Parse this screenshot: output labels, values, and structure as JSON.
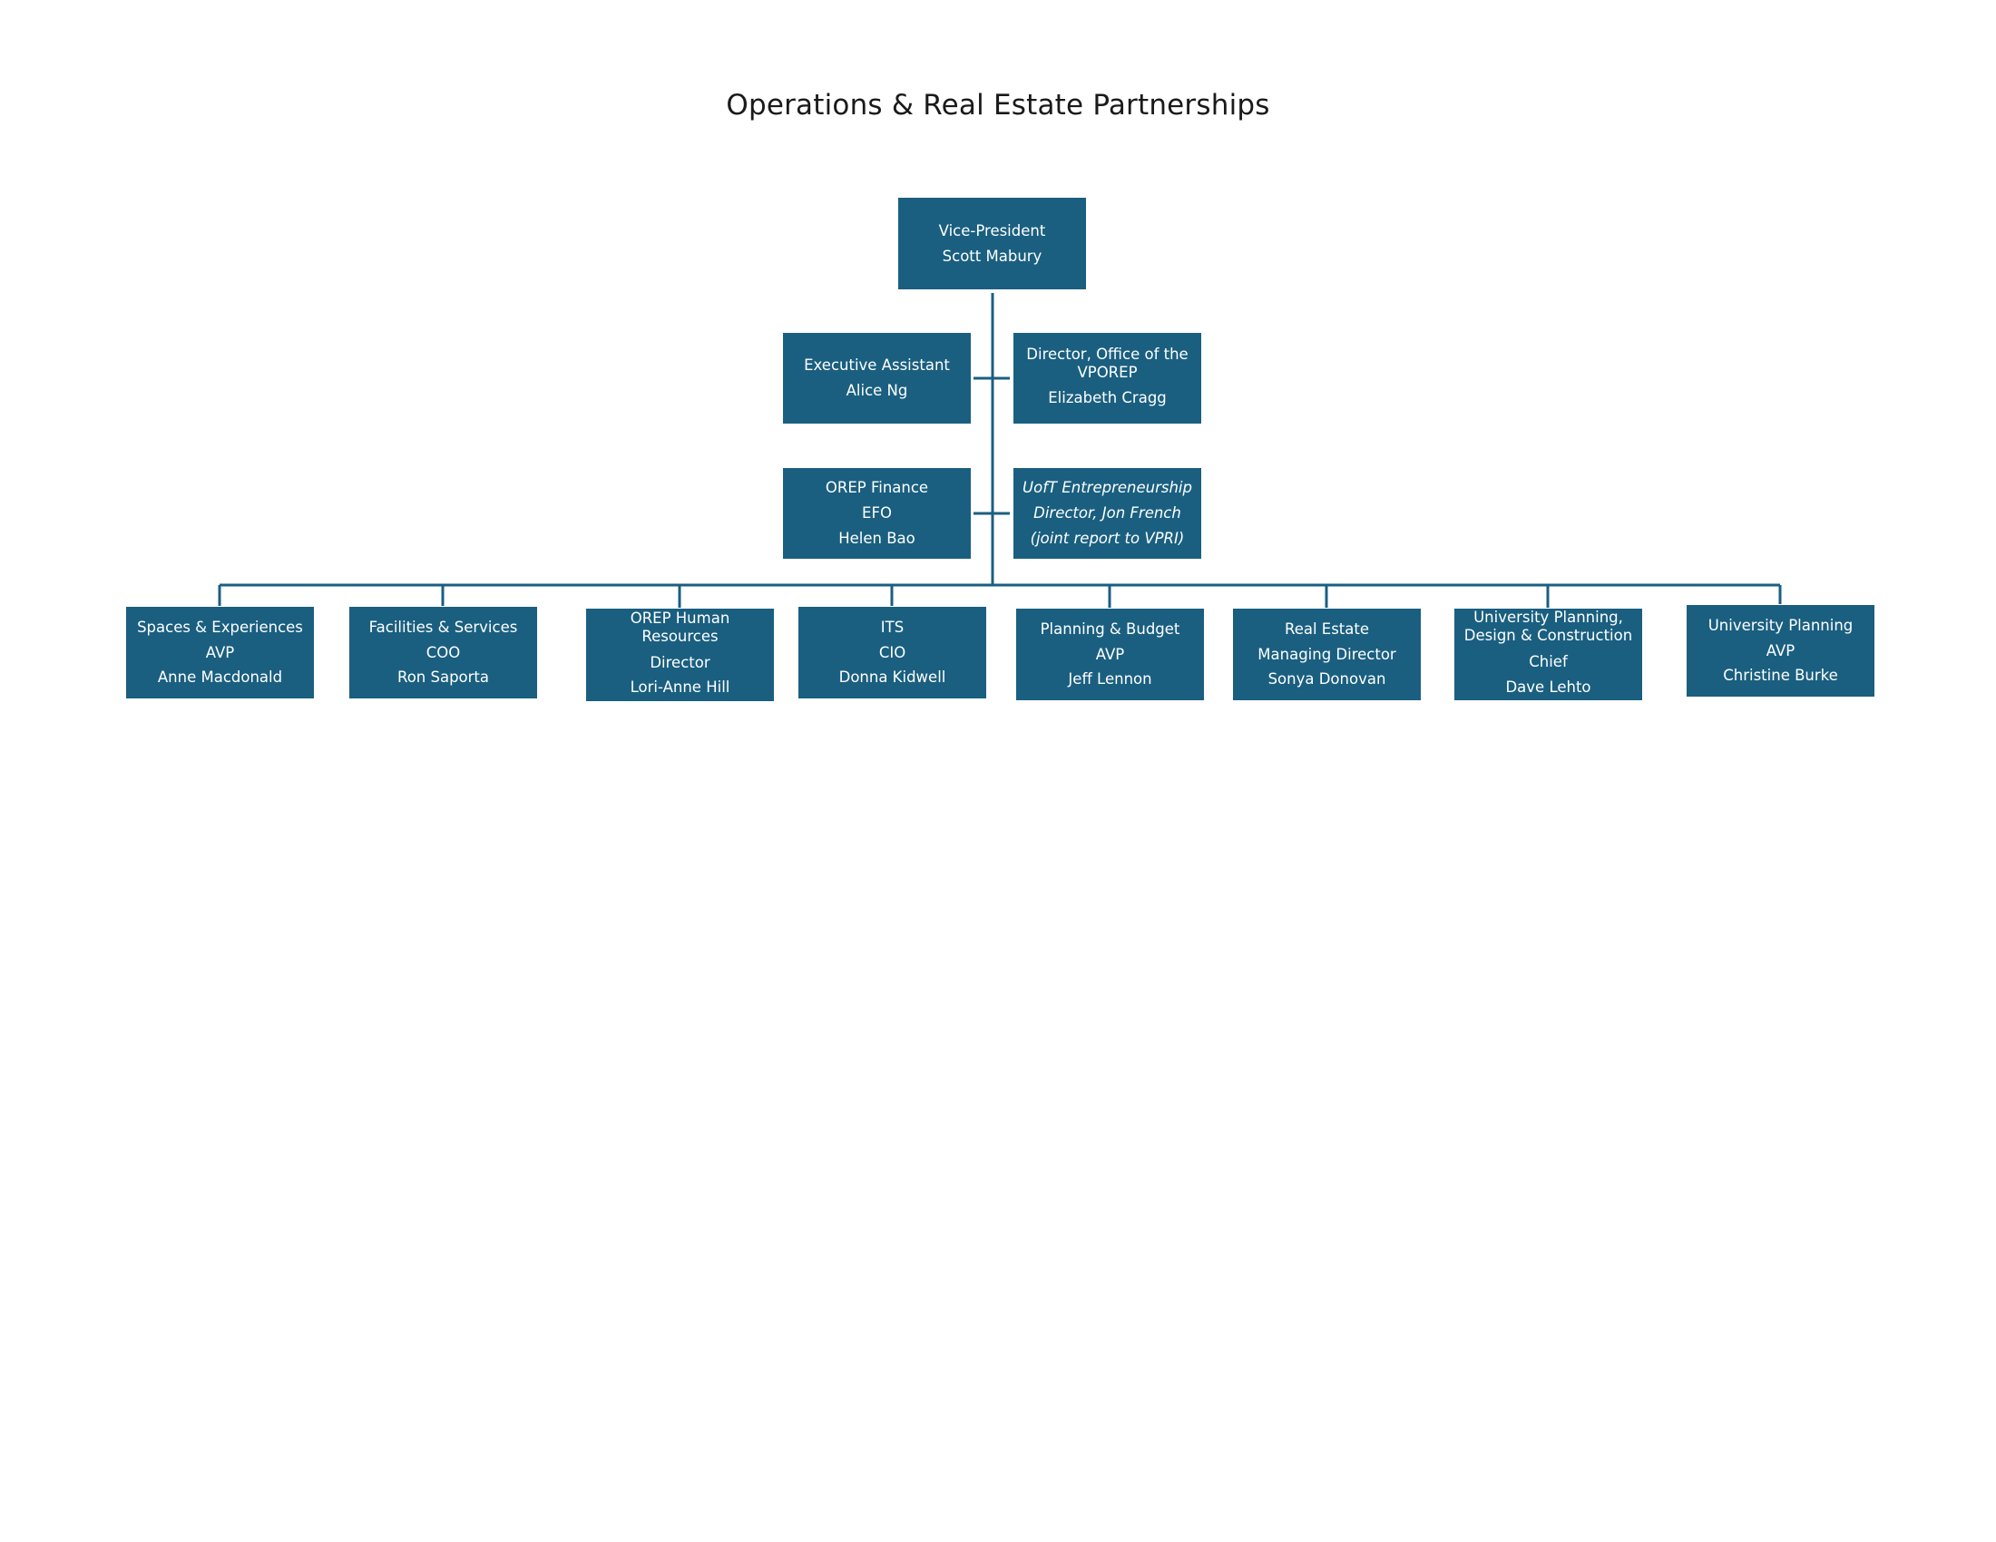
{
  "title": "Operations & Real Estate Partnerships",
  "colors": {
    "box": "#1a5f80",
    "line": "#1a5f80",
    "text": "#ffffff"
  },
  "vp": {
    "role": "Vice-President",
    "name": "Scott Mabury"
  },
  "staff": {
    "exec_assistant": {
      "role": "Executive Assistant",
      "name": "Alice Ng"
    },
    "director_office": {
      "role_line1": "Director, Office of the",
      "role_line2": "VPOREP",
      "name": "Elizabeth Cragg"
    },
    "finance": {
      "unit": "OREP Finance",
      "role": "EFO",
      "name": "Helen Bao"
    },
    "entrepreneurship": {
      "unit": "UofT Entrepreneurship",
      "role": "Director, Jon French",
      "note": "(joint report to VPRI)"
    }
  },
  "units": [
    {
      "unit": "Spaces & Experiences",
      "role": "AVP",
      "name": "Anne Macdonald"
    },
    {
      "unit": "Facilities & Services",
      "role": "COO",
      "name": "Ron Saporta"
    },
    {
      "unit_line1": "OREP Human",
      "unit_line2": "Resources",
      "role": "Director",
      "name": "Lori-Anne Hill"
    },
    {
      "unit": "ITS",
      "role": "CIO",
      "name": "Donna Kidwell"
    },
    {
      "unit": "Planning & Budget",
      "role": "AVP",
      "name": "Jeff Lennon"
    },
    {
      "unit": "Real Estate",
      "role": "Managing Director",
      "name": "Sonya Donovan"
    },
    {
      "unit_line1": "University Planning,",
      "unit_line2": "Design & Construction",
      "role": "Chief",
      "name": "Dave Lehto"
    },
    {
      "unit": "University Planning",
      "role": "AVP",
      "name": "Christine Burke"
    }
  ]
}
